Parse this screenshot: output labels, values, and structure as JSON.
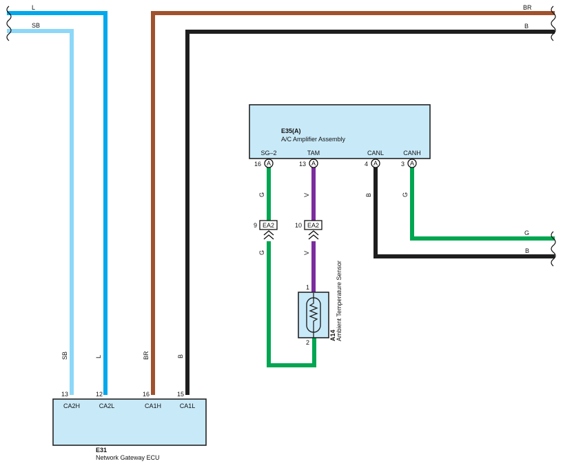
{
  "colors": {
    "L": "#00a8ec",
    "SB": "#8dd8f8",
    "BR": "#a0522d",
    "B": "#1e1e1e",
    "G": "#00a651",
    "V": "#7b2d9e",
    "component_fill": "#c8e9f8"
  },
  "wire_labels": {
    "top_L": "L",
    "top_SB": "SB",
    "top_BR": "BR",
    "top_B": "B",
    "left_SB": "SB",
    "left_L": "L",
    "left_BR": "BR",
    "left_B": "B",
    "sg2_upper": "G",
    "sg2_lower": "G",
    "tam_upper": "V",
    "tam_lower": "V",
    "canl": "B",
    "canh": "G",
    "right_G": "G",
    "right_B": "B"
  },
  "amplifier": {
    "id": "E35(A)",
    "name": "A/C Amplifier Assembly",
    "terminals": [
      {
        "name": "SG–2",
        "pin": "16",
        "badge": "A"
      },
      {
        "name": "TAM",
        "pin": "13",
        "badge": "A"
      },
      {
        "name": "CANL",
        "pin": "4",
        "badge": "A"
      },
      {
        "name": "CANH",
        "pin": "3",
        "badge": "A"
      }
    ]
  },
  "connectors": [
    {
      "pin": "9",
      "name": "EA2"
    },
    {
      "pin": "10",
      "name": "EA2"
    }
  ],
  "sensor": {
    "id": "A14",
    "name": "Ambient Temperature Sensor",
    "pin_top": "1",
    "pin_bottom": "2"
  },
  "gateway": {
    "id": "E31",
    "name": "Network Gateway ECU",
    "terminals": [
      {
        "name": "CA2H",
        "pin": "13"
      },
      {
        "name": "CA2L",
        "pin": "12"
      },
      {
        "name": "CA1H",
        "pin": "16"
      },
      {
        "name": "CA1L",
        "pin": "15"
      }
    ]
  }
}
